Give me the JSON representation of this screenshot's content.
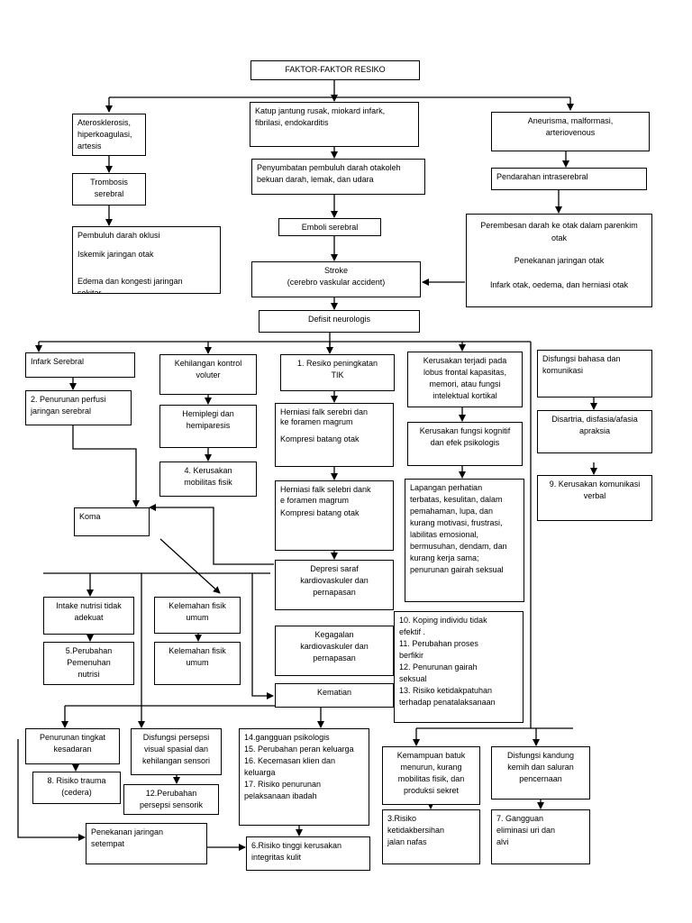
{
  "nodes": {
    "faktor": [
      "FAKTOR-FAKTOR RESIKO"
    ],
    "atero": [
      "Aterosklerosis,",
      "hiperkoagulasi,",
      "artesis"
    ],
    "katup": [
      "Katup jantung rusak, miokard infark,",
      "fibrilasi, endokarditis"
    ],
    "aneurisma": [
      "Aneurisma, malformasi,",
      "arteriovenous"
    ],
    "trombosis": [
      "Trombosis",
      "serebral"
    ],
    "penyumbatan": [
      "Penyumbatan pembuluh darah otakoleh",
      "bekuan darah, lemak, dan udara"
    ],
    "pendarahan": [
      "Pendarahan intraserebral"
    ],
    "pembuluh": [
      "Pembuluh darah oklusi",
      "Iskemik jaringan otak",
      "Edema dan kongesti jaringan",
      "sekitar"
    ],
    "emboli": [
      "Emboli serebral"
    ],
    "perembesan": [
      "Perembesan darah ke otak dalam parenkim",
      "otak",
      "Penekanan jaringan otak",
      "Infark otak, oedema, dan herniasi otak"
    ],
    "stroke": [
      "Stroke",
      "(cerebro vaskular accident)"
    ],
    "defisit": [
      "Defisit neurologis"
    ],
    "infark": [
      "Infark Serebral"
    ],
    "kehilangan": [
      "Kehilangan kontrol",
      "voluter"
    ],
    "resiko_tik": [
      "1. Resiko peningkatan",
      "TIK"
    ],
    "kerusakan_lobus": [
      "Kerusakan terjadi pada",
      "lobus frontal kapasitas,",
      "memori, atau fungsi",
      "intelektual kortikal"
    ],
    "disfungsi_bahasa": [
      "Disfungsi bahasa dan",
      "komunikasi"
    ],
    "penurunan_perfusi": [
      "2. Penurunan perfusi",
      "jaringan serebral"
    ],
    "hemiplegi": [
      "Hemiplegi dan",
      "hemiparesis"
    ],
    "herniasi1": [
      "Herniasi falk serebri dan",
      "ke foramen magrum",
      "Kompresi batang otak"
    ],
    "kerusakan_kognitif": [
      "Kerusakan fungsi kognitif",
      "dan efek psikologis"
    ],
    "disartria": [
      "Disartria, disfasia/afasia",
      "apraksia"
    ],
    "kerusakan_mobilitas": [
      "4. Kerusakan",
      "mobilitas fisik"
    ],
    "kerusakan_komunikasi": [
      "9. Kerusakan komunikasi",
      "verbal"
    ],
    "herniasi2": [
      "Herniasi falk selebri dank",
      "e foramen magrum",
      "Kompresi batang otak"
    ],
    "lapangan": [
      "Lapangan perhatian",
      "terbatas, kesulitan, dalam",
      "pemahaman, lupa, dan",
      "kurang motivasi, frustrasi,",
      "labilitas emosional,",
      "bermusuhan, dendam, dan",
      "kurang kerja sama;",
      "penurunan gairah seksual"
    ],
    "koma": [
      "Koma"
    ],
    "depresi": [
      "Depresi saraf",
      "kardiovaskuler dan",
      "pernapasan"
    ],
    "intake": [
      "Intake nutrisi tidak",
      "adekuat"
    ],
    "kelemahan1": [
      "Kelemahan fisik",
      "umum"
    ],
    "koping": [
      "10. Koping individu tidak",
      "efektif .",
      "11. Perubahan proses",
      "berfikir",
      "12. Penurunan gairah",
      "seksual",
      "13. Risiko ketidakpatuhan",
      "terhadap penatalaksanaan"
    ],
    "perubahan_nutrisi": [
      "5.Perubahan",
      "Pemenuhan",
      "nutrisi"
    ],
    "kelemahan2": [
      "Kelemahan fisik",
      "umum"
    ],
    "kegagalan": [
      "Kegagalan",
      "kardiovaskuler dan",
      "pernapasan"
    ],
    "kematian": [
      "Kematian"
    ],
    "penurunan_kesadaran": [
      "Penurunan tingkat",
      "kesadaran"
    ],
    "disfungsi_persepsi": [
      "Disfungsi persepsi",
      "visual spasial dan",
      "kehilangan sensori"
    ],
    "gangguan_psikologis": [
      "14.gangguan psikologis",
      "15. Perubahan peran keluarga",
      "16. Kecemasan klien dan",
      "keluarga",
      "17. Risiko penurunan",
      "pelaksanaan ibadah"
    ],
    "kemampuan_batuk": [
      "Kemampuan batuk",
      "menurun, kurang",
      "mobilitas fisik, dan",
      "produksi sekret"
    ],
    "disfungsi_kandung": [
      "Disfungsi kandung",
      "kemih dan saluran",
      "pencernaan"
    ],
    "risiko_trauma": [
      "8. Risiko trauma",
      "(cedera)"
    ],
    "perubahan_persepsi": [
      "12.Perubahan",
      "persepsi sensorik"
    ],
    "risiko_bersihan": [
      "3.Risiko",
      "ketidakbersihan",
      "jalan nafas"
    ],
    "gangguan_eliminasi": [
      "7. Gangguan",
      "eliminasi uri dan",
      "alvi"
    ],
    "penekanan_setempat": [
      "Penekanan jaringan",
      "setempat"
    ],
    "risiko_integritas": [
      "6.Risiko tinggi kerusakan",
      "integritas kulit"
    ]
  }
}
